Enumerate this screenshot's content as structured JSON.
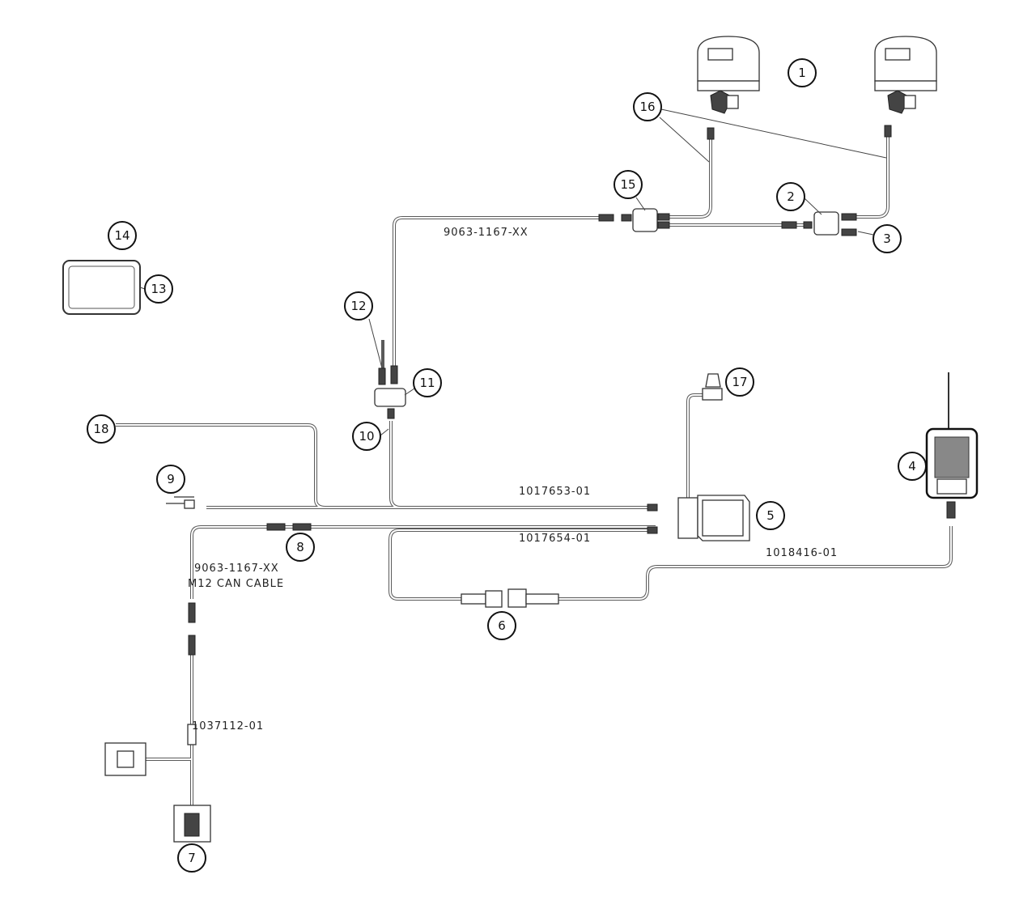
{
  "diagram": {
    "title": "",
    "callouts": [
      "1",
      "2",
      "3",
      "4",
      "5",
      "6",
      "7",
      "8",
      "9",
      "10",
      "11",
      "12",
      "13",
      "14",
      "15",
      "16",
      "17",
      "18"
    ],
    "cable_labels": {
      "top_can": "9063-1167-XX",
      "harness_a": "1017653-01",
      "harness_b": "1017654-01",
      "radio": "1018416-01",
      "can_part": "9063-1167-XX",
      "can_name": "M12 CAN CABLE",
      "power": "1037112-01"
    }
  }
}
